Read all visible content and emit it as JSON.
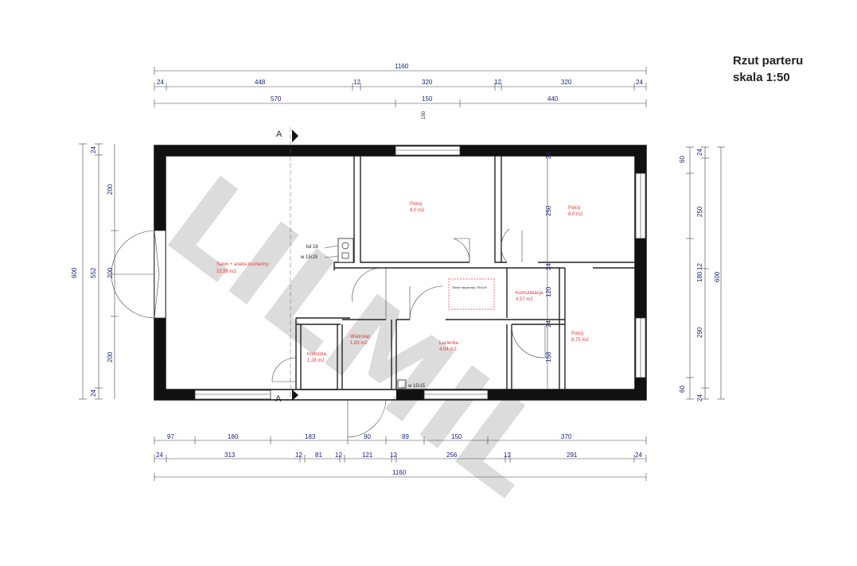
{
  "title": {
    "line1": "Rzut parteru",
    "line2": "skala 1:50"
  },
  "watermark": "LILMIL",
  "section_marker": "A",
  "rooms": {
    "salon": {
      "name": "Salon + aneks kuchenny",
      "area": "23.56 m2"
    },
    "pokoj1": {
      "name": "Pokój",
      "area": "8.0 m2"
    },
    "pokoj2": {
      "name": "Pokój",
      "area": "8.0 m2"
    },
    "pokoj3": {
      "name": "Pokój",
      "area": "8.75 m2"
    },
    "komunikacja": {
      "name": "Komunikacja",
      "area": "4.57 m2"
    },
    "lazienka": {
      "name": "Łazienka",
      "area": "4.04 m2"
    },
    "wiatrolap": {
      "name": "Wiatrołap",
      "area": "1.83 m2"
    },
    "komorka": {
      "name": "Komórka",
      "area": "1.28 m2"
    }
  },
  "labels": {
    "kd": "kd 16",
    "w1": "w 15/15",
    "w2": "w 15/15",
    "attic": "Otwór strychowy 70x100"
  },
  "dims_top": {
    "total": "1160",
    "row1": [
      "24",
      "448",
      "12",
      "320",
      "12",
      "320",
      "24"
    ],
    "row2": [
      "570",
      "150",
      "440"
    ]
  },
  "dims_bottom": {
    "row1": [
      "97",
      "180",
      "183",
      "90",
      "89",
      "150",
      "370"
    ],
    "row2": [
      "24",
      "313",
      "12",
      "81",
      "12",
      "121",
      "12",
      "256",
      "12",
      "291",
      "24"
    ],
    "total": "1160"
  },
  "dims_left": {
    "outer": "600",
    "inner": "552",
    "parts": [
      "24",
      "200",
      "200",
      "24"
    ],
    "door": "200"
  },
  "dims_right": {
    "outer": "600",
    "parts": [
      "24",
      "60",
      "250",
      "12",
      "180",
      "290",
      "60",
      "24"
    ]
  },
  "dims_inner": {
    "d250": "250",
    "d120": "120",
    "d158": "158",
    "d24a": "24",
    "d24b": "24",
    "d24c": "24"
  },
  "window_marks": {
    "w150": "150"
  }
}
